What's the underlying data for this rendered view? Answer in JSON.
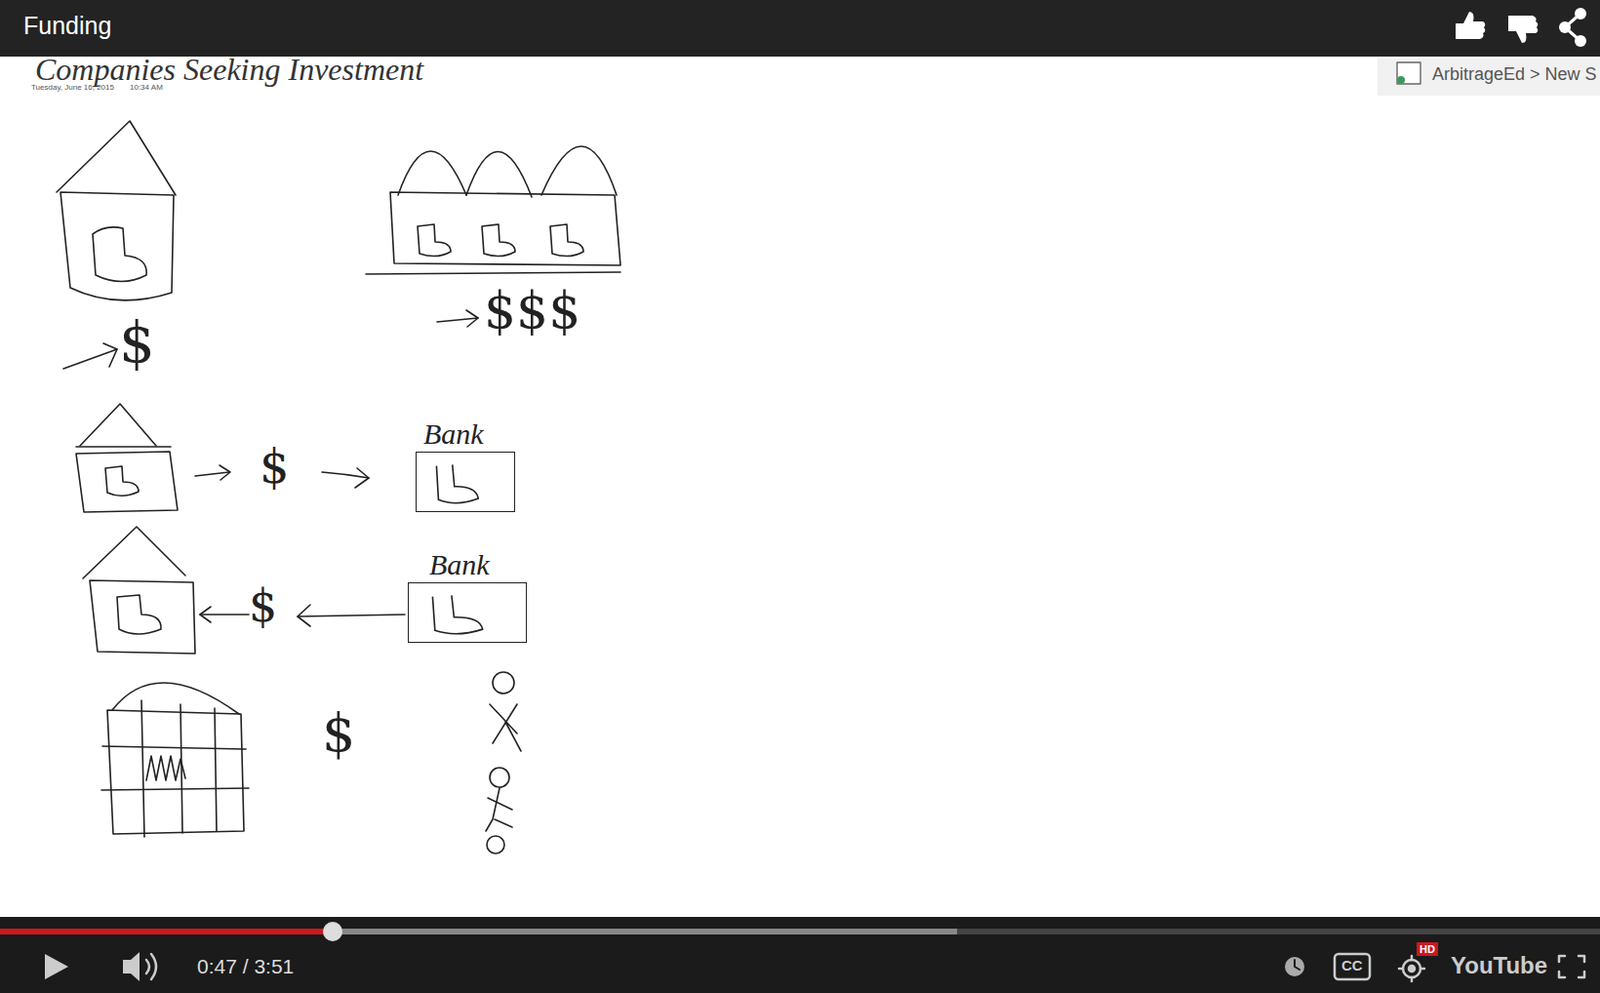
{
  "diagram": {
    "title": "Funding",
    "nodes": [
      {
        "text": [
          "Bank"
        ]
      },
      {
        "text": [
          "Bank"
        ]
      }
    ],
    "labels": [
      "Companies Seeking Investment",
      "Tuesday, June 16, 2015",
      "10:34 AM",
      "ArbitrageEd > New S",
      "$",
      "$$$",
      "$",
      "$",
      "$",
      "0:47 / 3:51",
      "HD",
      "CC",
      "YouTube"
    ]
  }
}
